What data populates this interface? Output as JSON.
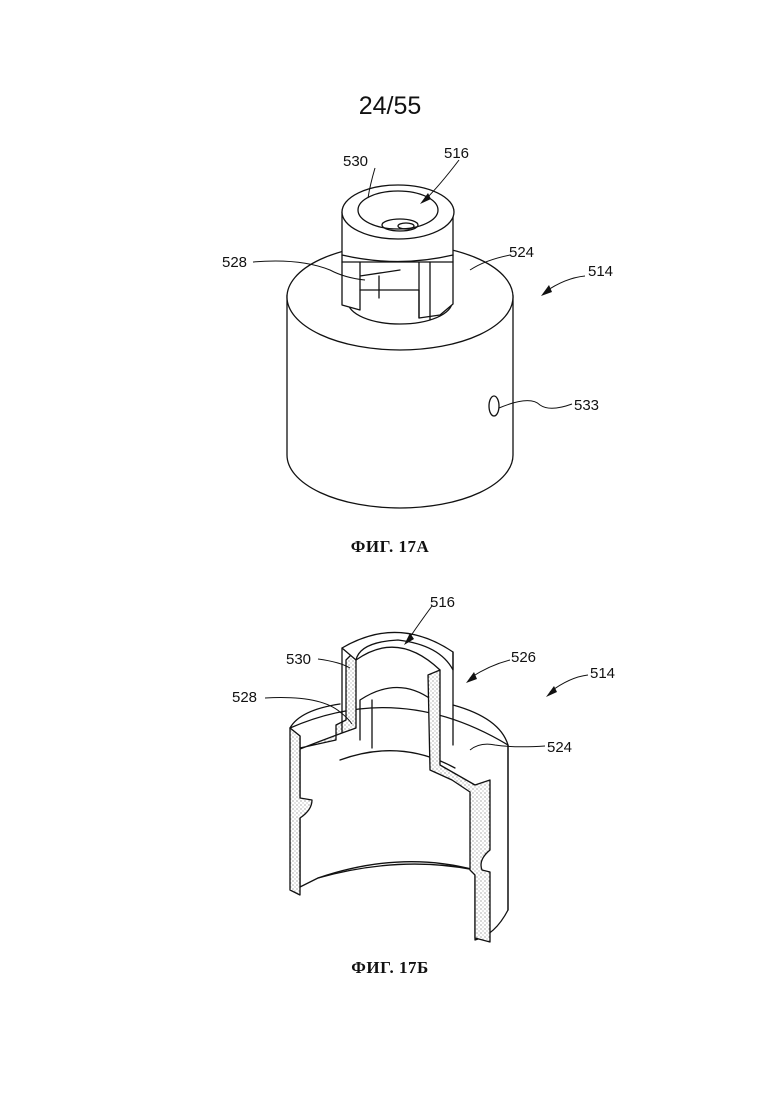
{
  "page": {
    "number": "24/55"
  },
  "figure_a": {
    "caption": "ФИГ. 17А",
    "labels": {
      "l530": "530",
      "l516": "516",
      "l528": "528",
      "l524": "524",
      "l514": "514",
      "l533": "533"
    }
  },
  "figure_b": {
    "caption": "ФИГ. 17Б",
    "labels": {
      "l516": "516",
      "l530": "530",
      "l526": "526",
      "l514": "514",
      "l528": "528",
      "l524": "524"
    }
  }
}
